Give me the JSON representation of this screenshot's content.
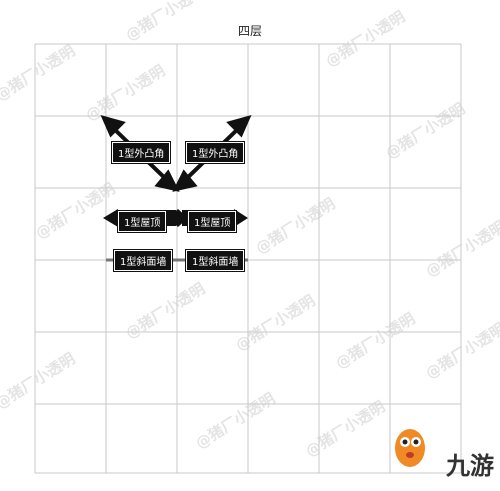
{
  "title": "四层",
  "labels": {
    "corner_left": "1型外凸角",
    "corner_right": "1型外凸角",
    "roof_left": "1型屋顶",
    "roof_right": "1型屋顶",
    "wall_left": "1型斜面墙",
    "wall_right": "1型斜面墙"
  },
  "watermark": "@猪厂小透明",
  "logo": {
    "text": "九游"
  },
  "colors": {
    "grid": "#c8c8c8",
    "piece": "#111111",
    "wall_line": "#777777",
    "logo_orange": "#f08a24"
  }
}
